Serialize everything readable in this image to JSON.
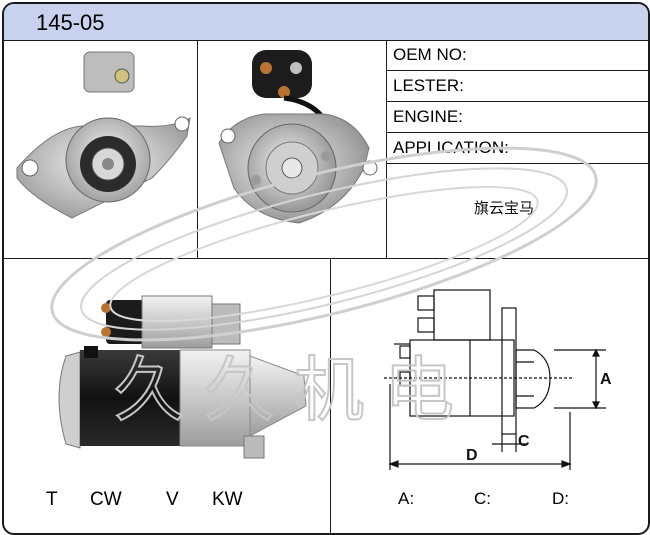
{
  "header": {
    "model_number": "145-05"
  },
  "info_fields": [
    {
      "label": "OEM NO:"
    },
    {
      "label": "LESTER:"
    },
    {
      "label": "ENGINE:"
    },
    {
      "label": "APPLICATION:"
    }
  ],
  "chinese_text": "旗云宝马",
  "watermark_text": "久久机电",
  "spec_labels": {
    "t": "T",
    "cw": "CW",
    "v": "V",
    "kw": "KW"
  },
  "dimension_labels": {
    "a": "A:",
    "c": "C:",
    "d": "D:"
  },
  "diagram_labels": {
    "a": "A",
    "c": "C",
    "d": "D"
  },
  "colors": {
    "header_bg": "#c8d2ef",
    "border": "#1a1a1a"
  }
}
